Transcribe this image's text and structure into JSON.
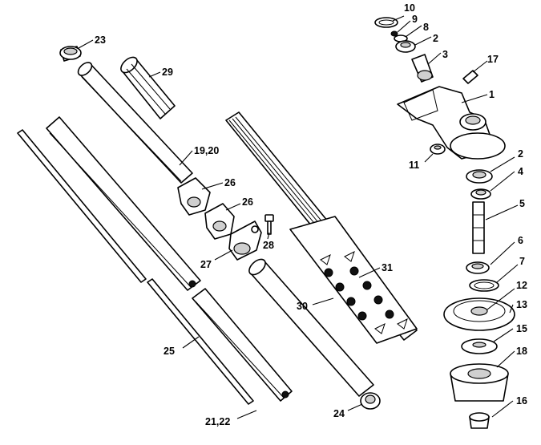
{
  "callouts": {
    "c1": "1",
    "c2a": "2",
    "c2b": "2",
    "c3": "3",
    "c4": "4",
    "c5": "5",
    "c6": "6",
    "c7": "7",
    "c8": "8",
    "c9": "9",
    "c10": "10",
    "c11": "11",
    "c12": "12",
    "c13": "13",
    "c15": "15",
    "c16": "16",
    "c17": "17",
    "c18": "18",
    "c1920": "19,20",
    "c2122": "21,22",
    "c23": "23",
    "c24": "24",
    "c25": "25",
    "c26a": "26",
    "c26b": "26",
    "c27": "27",
    "c28": "28",
    "c29": "29",
    "c30": "30",
    "c31": "31"
  }
}
